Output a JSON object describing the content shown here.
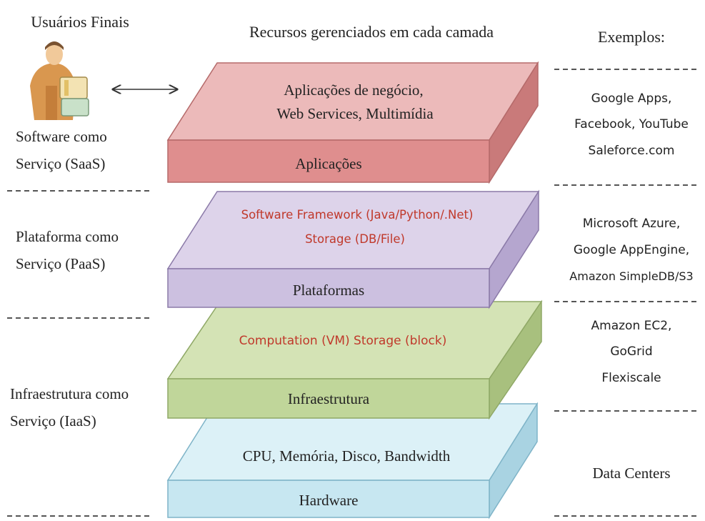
{
  "headers": {
    "users": "Usuários Finais",
    "resources": "Recursos gerenciados em cada camada",
    "examples": "Exemplos:"
  },
  "service_models": {
    "saas": [
      "Software como",
      "Serviço (SaaS)"
    ],
    "paas": [
      "Plataforma como",
      "Serviço (PaaS)"
    ],
    "iaas": [
      "Infraestrutura como",
      "Serviço (IaaS)"
    ]
  },
  "layers": {
    "applications": {
      "top": [
        "Aplicações de negócio,",
        "Web Services, Multimídia"
      ],
      "name": "Aplicações",
      "top_color": "#ecbaba",
      "front_color": "#df8e8e",
      "side_color": "#c97a7a"
    },
    "platforms": {
      "top": [
        "Software Framework (Java/Python/.Net)",
        "Storage (DB/File)"
      ],
      "name": "Plataformas",
      "top_color": "#ddd3ea",
      "front_color": "#ccc0e0",
      "side_color": "#b5a6cf"
    },
    "infrastructure": {
      "top": [
        "Computation (VM)  Storage (block)"
      ],
      "name": "Infraestrutura",
      "top_color": "#d4e3b5",
      "front_color": "#c0d69a",
      "side_color": "#a8c07e"
    },
    "hardware": {
      "top": [
        "CPU, Memória, Disco, Bandwidth"
      ],
      "name": "Hardware",
      "top_color": "#dcf1f7",
      "front_color": "#c7e7f1",
      "side_color": "#a9d3e2"
    }
  },
  "examples": {
    "saas": [
      "Google Apps,",
      "Facebook, YouTube",
      "Saleforce.com"
    ],
    "paas": [
      "Microsoft Azure,",
      "Google AppEngine,",
      "Amazon SimpleDB/S3"
    ],
    "iaas": [
      "Amazon EC2,",
      "GoGrid",
      "Flexiscale"
    ],
    "hardware": [
      "Data Centers"
    ]
  },
  "icons": {
    "user": "business-person-icon",
    "arrow": "double-arrow-icon"
  }
}
